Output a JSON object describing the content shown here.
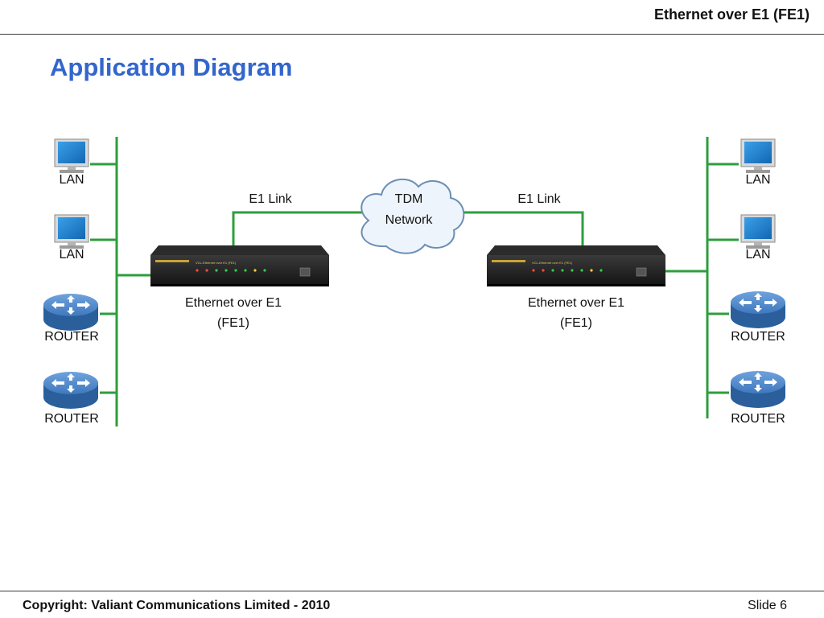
{
  "header": {
    "title": "Ethernet over E1 (FE1)"
  },
  "slide": {
    "title": "Application Diagram"
  },
  "diagram": {
    "left_side": {
      "lan_top": "LAN",
      "lan_bottom": "LAN",
      "router_top": "ROUTER",
      "router_bottom": "ROUTER"
    },
    "right_side": {
      "lan_top": "LAN",
      "lan_bottom": "LAN",
      "router_top": "ROUTER",
      "router_bottom": "ROUTER"
    },
    "link_left": "E1 Link",
    "link_right": "E1 Link",
    "cloud": {
      "line1": "TDM",
      "line2": "Network"
    },
    "device_left": {
      "line1": "Ethernet over E1",
      "line2": "(FE1)"
    },
    "device_right": {
      "line1": "Ethernet over E1",
      "line2": "(FE1)"
    },
    "colors": {
      "link_line": "#2e9e3c",
      "title": "#3366cc",
      "router": "#2f6aa8",
      "monitor_screen": "#1f7ec9"
    }
  },
  "footer": {
    "copyright": "Copyright: Valiant Communications Limited - 2010",
    "slide_number": "Slide 6"
  }
}
